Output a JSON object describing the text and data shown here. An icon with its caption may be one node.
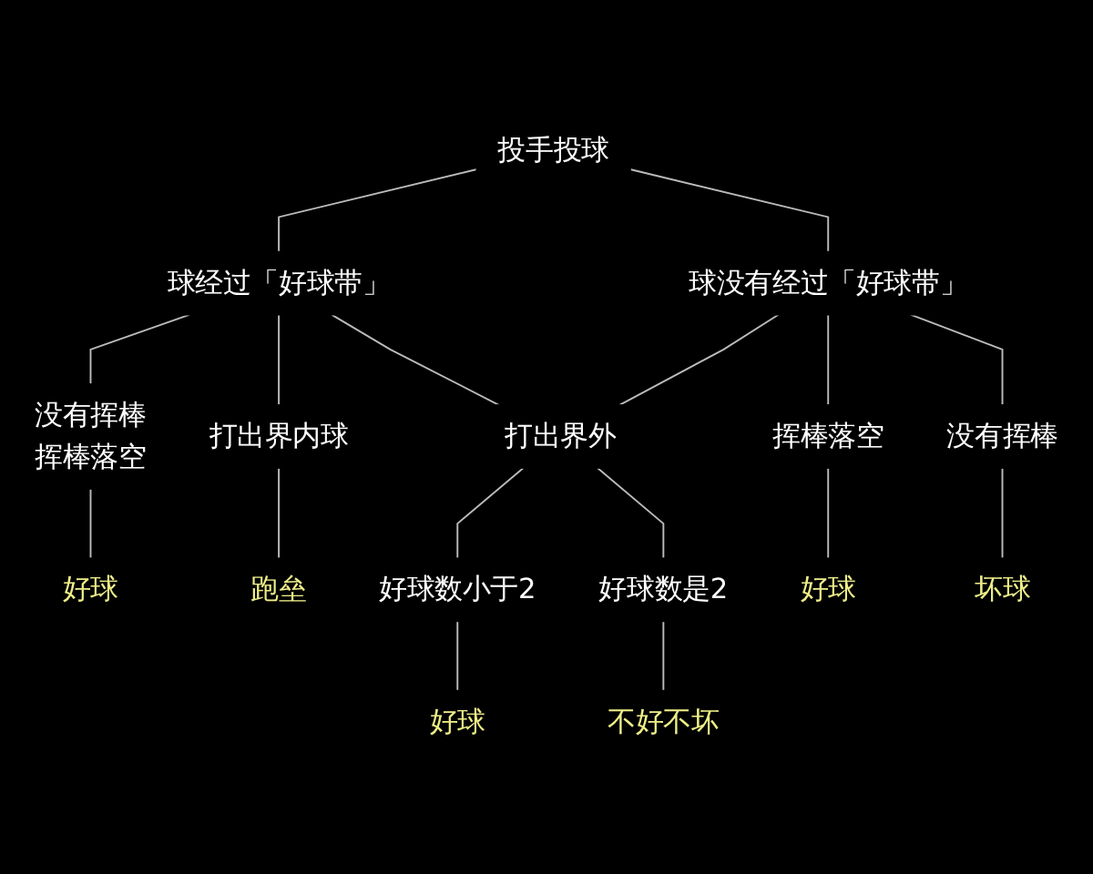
{
  "diagram": {
    "nodes": [
      {
        "text": [
          "投手投球"
        ]
      },
      {
        "text": [
          "球经过「好球带」"
        ]
      },
      {
        "text": [
          "球没有经过「好球带」"
        ]
      },
      {
        "text": [
          "没有挥棒",
          "挥棒落空"
        ]
      },
      {
        "text": [
          "打出界内球"
        ]
      },
      {
        "text": [
          "打出界外"
        ]
      },
      {
        "text": [
          "挥棒落空"
        ]
      },
      {
        "text": [
          "没有挥棒"
        ]
      },
      {
        "text": [
          "好球数小于2"
        ]
      },
      {
        "text": [
          "好球数是2"
        ]
      },
      {
        "text": [
          "好球"
        ]
      },
      {
        "text": [
          "跑垒"
        ]
      },
      {
        "text": [
          "好球"
        ]
      },
      {
        "text": [
          "不好不坏"
        ]
      },
      {
        "text": [
          "好球"
        ]
      },
      {
        "text": [
          "坏球"
        ]
      }
    ],
    "edges": [
      {
        "from": 0,
        "to": 1,
        "arrow": "none"
      },
      {
        "from": 0,
        "to": 2,
        "arrow": "none"
      },
      {
        "from": 1,
        "to": 3,
        "arrow": "none"
      },
      {
        "from": 1,
        "to": 4,
        "arrow": "none"
      },
      {
        "from": 1,
        "to": 5,
        "arrow": "none"
      },
      {
        "from": 2,
        "to": 5,
        "arrow": "none"
      },
      {
        "from": 2,
        "to": 6,
        "arrow": "none"
      },
      {
        "from": 2,
        "to": 7,
        "arrow": "none"
      },
      {
        "from": 5,
        "to": 8,
        "arrow": "none"
      },
      {
        "from": 5,
        "to": 9,
        "arrow": "none"
      },
      {
        "from": 3,
        "to": 10,
        "arrow": "none"
      },
      {
        "from": 4,
        "to": 11,
        "arrow": "none"
      },
      {
        "from": 8,
        "to": 12,
        "arrow": "none"
      },
      {
        "from": 9,
        "to": 13,
        "arrow": "none"
      },
      {
        "from": 6,
        "to": 14,
        "arrow": "none"
      },
      {
        "from": 7,
        "to": 15,
        "arrow": "none"
      }
    ]
  }
}
